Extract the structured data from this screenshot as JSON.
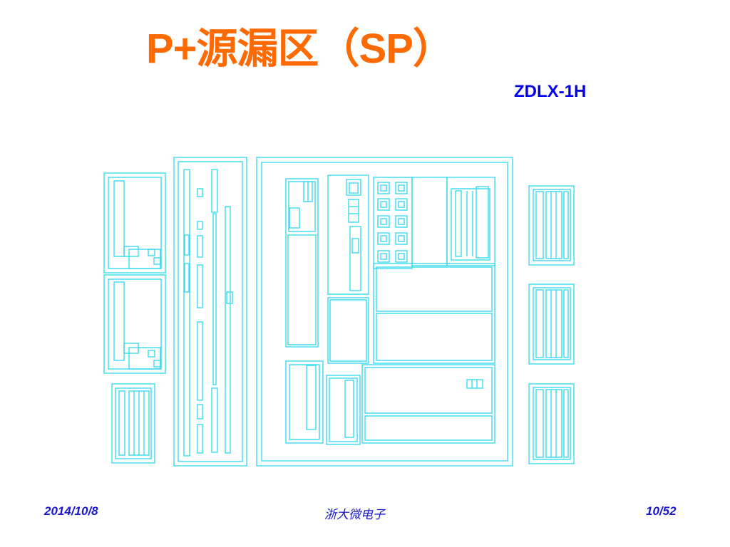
{
  "slide": {
    "title": "P+源漏区（SP）",
    "subtitle": "ZDLX-1H",
    "footer": {
      "date": "2014/10/8",
      "organization": "浙大微电子",
      "page": "10/52"
    }
  },
  "colors": {
    "title": "#ff6a00",
    "subtitle": "#0000ee",
    "layout_lines": "#2cd8ea",
    "footer": "#1a18c8",
    "background": "#ffffff"
  }
}
